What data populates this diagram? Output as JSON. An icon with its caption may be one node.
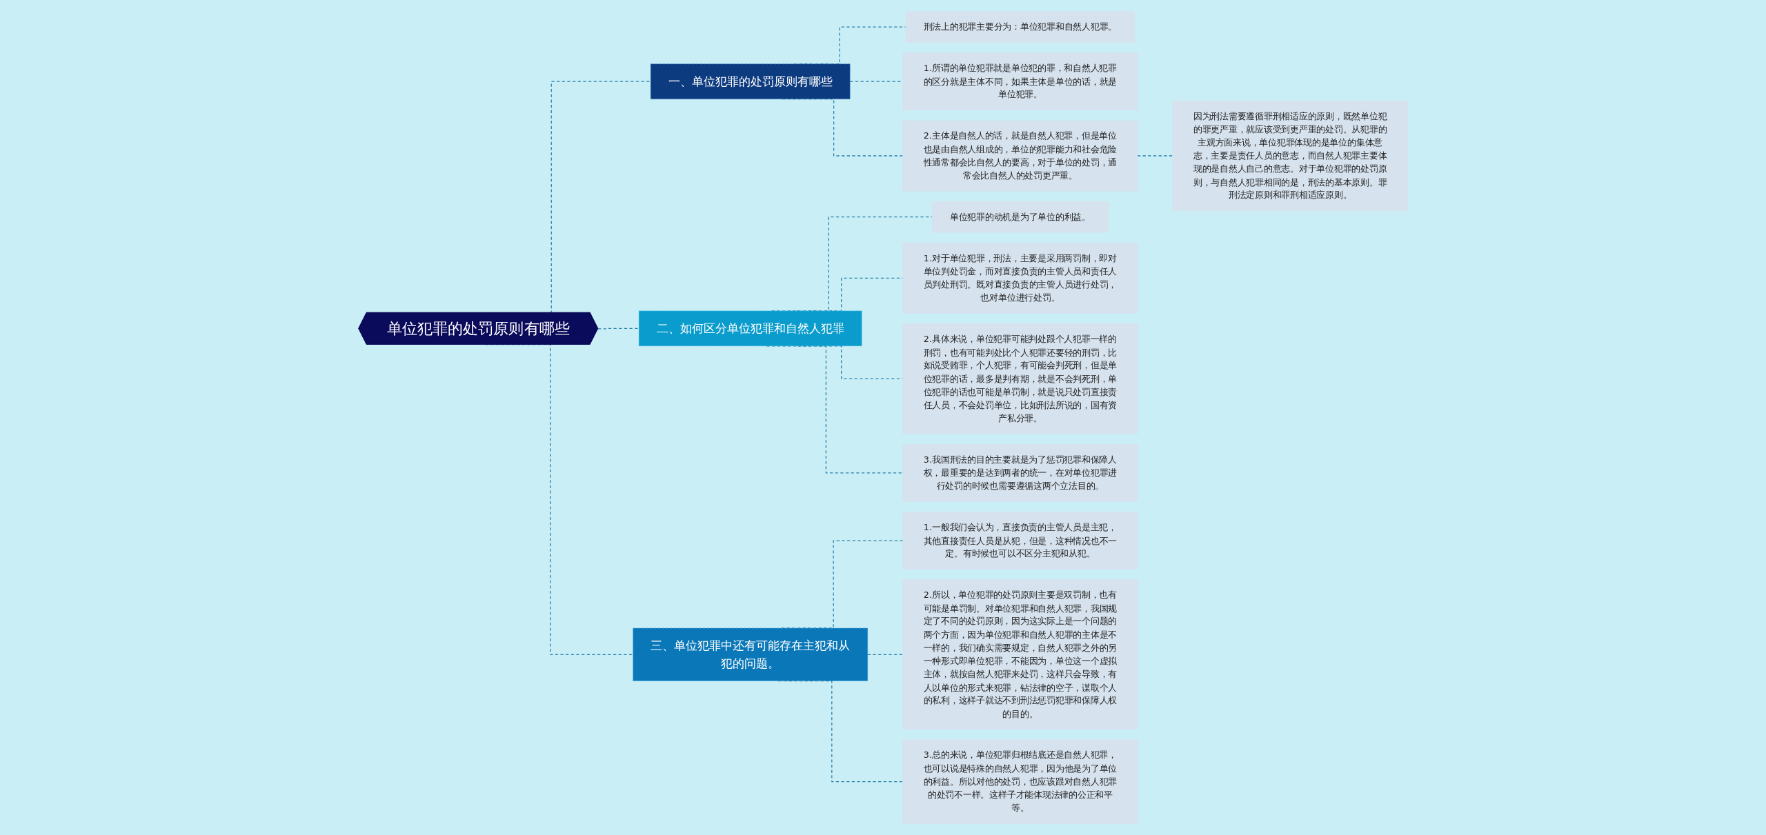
{
  "diagram": {
    "nodes": [
      {
        "text": [
          "单位犯罪的处罚原则有哪些"
        ]
      },
      {
        "text": [
          "一、单位犯罪的处罚原则有哪些"
        ]
      },
      {
        "text": [
          "刑法上的犯罪主要分为：单位犯罪和自然人犯罪。"
        ]
      },
      {
        "text": [
          "1.所谓的单位犯罪就是单位犯的罪，和自然人犯罪的区分就是主体不同，如果主体是单位的话，就是单位犯罪。"
        ]
      },
      {
        "text": [
          "2.主体是自然人的话，就是自然人犯罪，但是单位也是由自然人组成的，单位的犯罪能力和社会危险性通常都会比自然人的要高，对于单位的处罚，通常会比自然人的处罚更严重。"
        ]
      },
      {
        "text": [
          "因为刑法需要遵循罪刑相适应的原则，既然单位犯的罪更严重，就应该受到更严重的处罚。从犯罪的主观方面来说，单位犯罪体现的是单位的集体意志，主要是责任人员的意志，而自然人犯罪主要体现的是自然人自己的意志。对于单位犯罪的处罚原则，与自然人犯罪相同的是，刑法的基本原则。罪刑法定原则和罪刑相适应原则。"
        ]
      },
      {
        "text": [
          "二、如何区分单位犯罪和自然人犯罪"
        ]
      },
      {
        "text": [
          "单位犯罪的动机是为了单位的利益。"
        ]
      },
      {
        "text": [
          "1.对于单位犯罪，刑法，主要是采用两罚制，即对单位判处罚金，而对直接负责的主管人员和责任人员判处刑罚。既对直接负责的主管人员进行处罚，也对单位进行处罚。"
        ]
      },
      {
        "text": [
          "2.具体来说，单位犯罪可能判处跟个人犯罪一样的刑罚，也有可能判处比个人犯罪还要轻的刑罚，比如说受贿罪，个人犯罪，有可能会判死刑，但是单位犯罪的话，最多是判有期，就是不会判死刑，单位犯罪的话也可能是单罚制，就是说只处罚直接责任人员，不会处罚单位，比如刑法所说的，国有资产私分罪。"
        ]
      },
      {
        "text": [
          "3.我国刑法的目的主要就是为了惩罚犯罪和保障人权，最重要的是达到两者的统一，在对单位犯罪进行处罚的时候也需要遵循这两个立法目的。"
        ]
      },
      {
        "text": [
          "三、单位犯罪中还有可能存在主犯和从犯的问题。"
        ]
      },
      {
        "text": [
          "1.一般我们会认为，直接负责的主管人员是主犯，其他直接责任人员是从犯，但是，这种情况也不一定。有时候也可以不区分主犯和从犯。"
        ]
      },
      {
        "text": [
          "2.所以，单位犯罪的处罚原则主要是双罚制，也有可能是单罚制。对单位犯罪和自然人犯罪，我国规定了不同的处罚原则，因为这实际上是一个问题的两个方面，因为单位犯罪和自然人犯罪的主体是不一样的，我们确实需要规定，自然人犯罪之外的另一种形式即单位犯罪，不能因为，单位这一个虚拟主体，就按自然人犯罪来处罚，这样只会导致，有人以单位的形式来犯罪，钻法律的空子，谋取个人的私利，这样子就达不到刑法惩罚犯罪和保障人权的目的。"
        ]
      },
      {
        "text": [
          "3.总的来说，单位犯罪归根结底还是自然人犯罪，也可以说是特殊的自然人犯罪，因为他是为了单位的利益。所以对他的处罚，也应该跟对自然人犯罪的处罚不一样。这样子才能体现法律的公正和平等。"
        ]
      }
    ],
    "edges": [
      {
        "from": 0,
        "to": 1,
        "arrow": "none",
        "style": "dashed"
      },
      {
        "from": 1,
        "to": 2,
        "arrow": "none",
        "style": "dashed"
      },
      {
        "from": 1,
        "to": 3,
        "arrow": "none",
        "style": "dashed"
      },
      {
        "from": 1,
        "to": 4,
        "arrow": "none",
        "style": "dashed"
      },
      {
        "from": 4,
        "to": 5,
        "arrow": "none",
        "style": "dashed"
      },
      {
        "from": 0,
        "to": 6,
        "arrow": "none",
        "style": "dashed"
      },
      {
        "from": 6,
        "to": 7,
        "arrow": "none",
        "style": "dashed"
      },
      {
        "from": 6,
        "to": 8,
        "arrow": "none",
        "style": "dashed"
      },
      {
        "from": 6,
        "to": 9,
        "arrow": "none",
        "style": "dashed"
      },
      {
        "from": 6,
        "to": 10,
        "arrow": "none",
        "style": "dashed"
      },
      {
        "from": 0,
        "to": 11,
        "arrow": "none",
        "style": "dashed"
      },
      {
        "from": 11,
        "to": 12,
        "arrow": "none",
        "style": "dashed"
      },
      {
        "from": 11,
        "to": 13,
        "arrow": "none",
        "style": "dashed"
      },
      {
        "from": 11,
        "to": 14,
        "arrow": "none",
        "style": "dashed"
      }
    ]
  }
}
